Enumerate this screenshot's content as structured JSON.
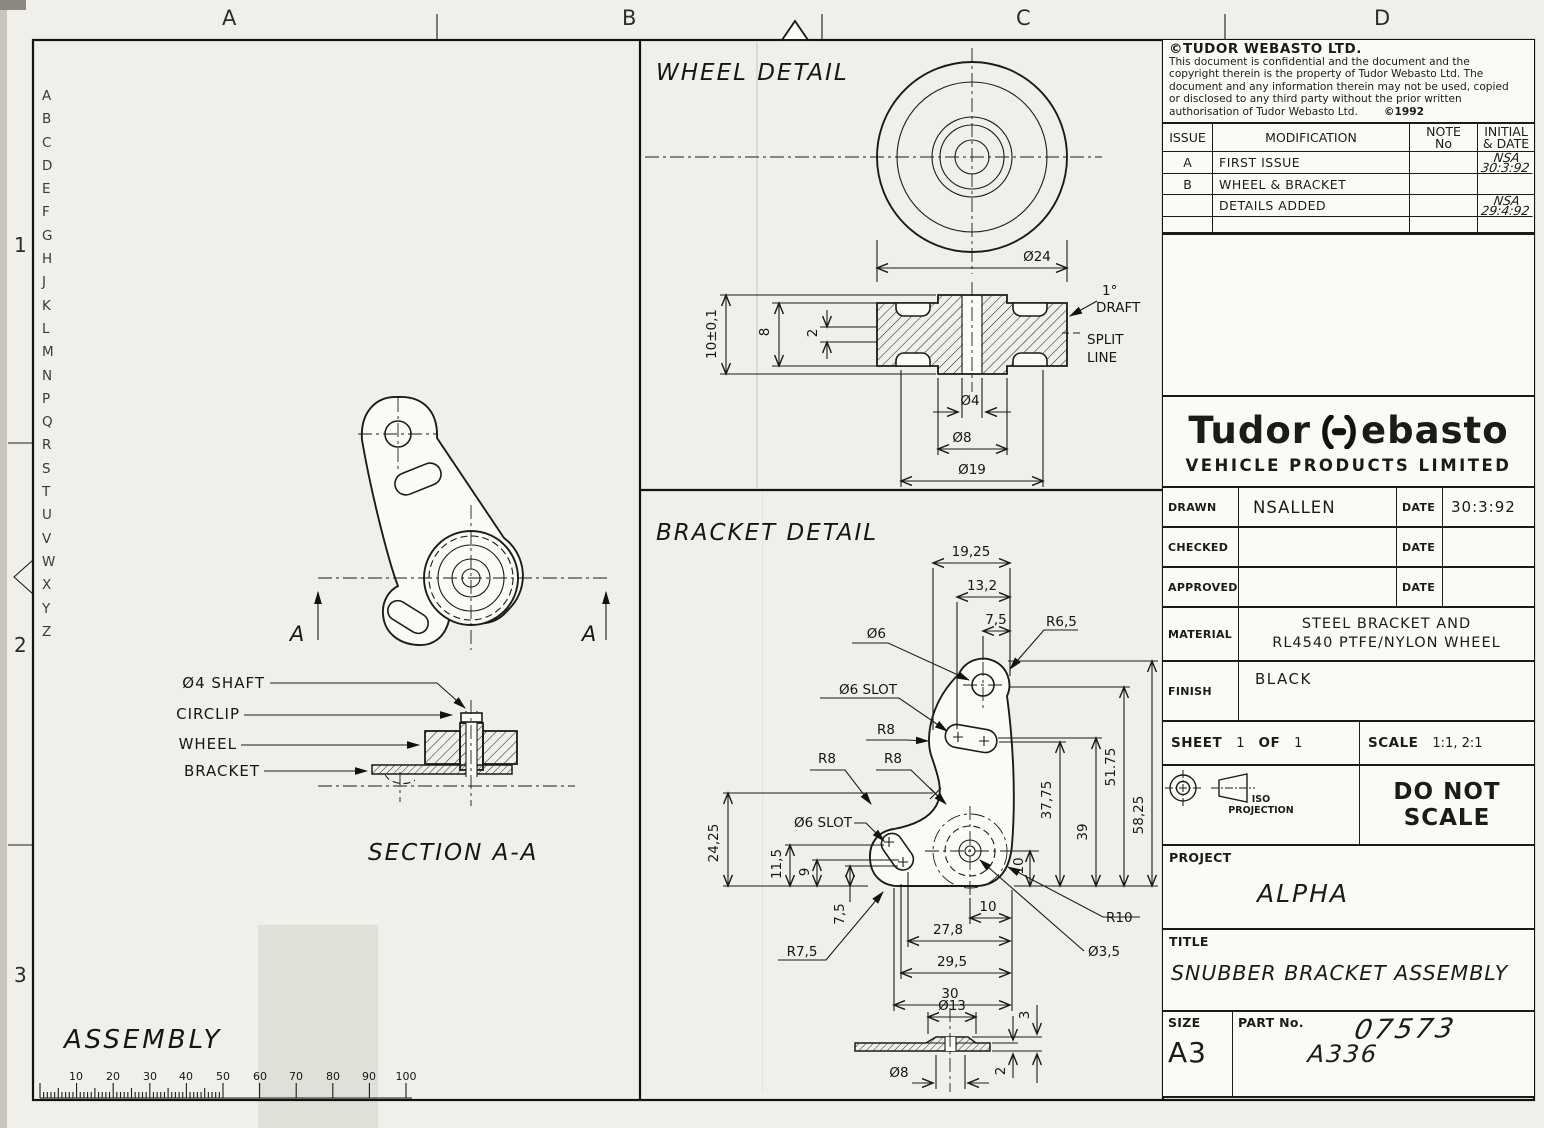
{
  "frame": {
    "top_labels": [
      "A",
      "B",
      "C",
      "D"
    ],
    "side_numbers": [
      "1",
      "2",
      "3"
    ],
    "grid_letters": [
      "A",
      "B",
      "C",
      "D",
      "E",
      "F",
      "G",
      "H",
      "J",
      "K",
      "L",
      "M",
      "N",
      "P",
      "Q",
      "R",
      "S",
      "T",
      "U",
      "V",
      "W",
      "X",
      "Y",
      "Z"
    ]
  },
  "copyright": {
    "heading": "©TUDOR WEBASTO LTD.",
    "line1": "This document is confidential and the document and the",
    "line2": "copyright therein is the property of Tudor Webasto Ltd. The",
    "line3": "document and any information therein may not be used, copied",
    "line4": "or disclosed to any third party without the prior written",
    "line5": "authorisation of Tudor Webasto Ltd.",
    "year": "©1992"
  },
  "issue": {
    "h_issue": "ISSUE",
    "h_mod": "MODIFICATION",
    "h_note1": "NOTE",
    "h_note2": "No",
    "h_init1": "INITIAL",
    "h_init2": "& DATE",
    "r1_issue": "A",
    "r1_mod": "FIRST ISSUE",
    "r1_init": "NSA",
    "r1_date": "30:3:92",
    "r2_issue": "B",
    "r2_mod": "WHEEL & BRACKET",
    "r3_mod": "DETAILS ADDED",
    "r3_init": "NSA",
    "r3_date": "29:4:92"
  },
  "company": {
    "name_pre": "Tudor",
    "name_post": "ebasto",
    "subtitle": "VEHICLE PRODUCTS LIMITED"
  },
  "approvals": {
    "drawn_label": "DRAWN",
    "drawn_value": "NSALLEN",
    "date_label": "DATE",
    "drawn_date": "30:3:92",
    "checked_label": "CHECKED",
    "approved_label": "APPROVED"
  },
  "material": {
    "label": "MATERIAL",
    "line1": "STEEL BRACKET AND",
    "line2": "RL4540 PTFE/NYLON WHEEL"
  },
  "finish": {
    "label": "FINISH",
    "value": "BLACK"
  },
  "sheet": {
    "label": "SHEET",
    "number": "1",
    "of_label": "OF",
    "total": "1"
  },
  "scale": {
    "label": "SCALE",
    "value": "1:1, 2:1"
  },
  "projection": {
    "line1": "ISO",
    "line2": "PROJECTION"
  },
  "do_not_scale": {
    "line1": "DO NOT",
    "line2": "SCALE"
  },
  "project": {
    "label": "PROJECT",
    "value": "ALPHA"
  },
  "titlebox": {
    "label": "TITLE",
    "value": "SNUBBER BRACKET ASSEMBLY"
  },
  "size": {
    "label": "SIZE",
    "value": "A3"
  },
  "part": {
    "label": "PART No.",
    "value": "A336",
    "stamp": "07573"
  },
  "wheel": {
    "title": "WHEEL DETAIL",
    "d24": "Ø24",
    "draft1": "1°",
    "draft2": "DRAFT",
    "split1": "SPLIT",
    "split2": "LINE",
    "w10": "10±0,1",
    "w8": "8",
    "w2": "2",
    "d4": "Ø4",
    "d8": "Ø8",
    "d19": "Ø19"
  },
  "bracket": {
    "title": "BRACKET DETAIL",
    "t1": "19,25",
    "t2": "13,2",
    "t3": "7,5",
    "r65": "R6,5",
    "d6": "Ø6",
    "slot_top": "Ø6 SLOT",
    "r8a": "R8",
    "r8b": "R8",
    "r8c": "R8",
    "slot_bot": "Ø6 SLOT",
    "v2425": "24,25",
    "v115": "11,5",
    "v9": "9",
    "v75": "7,5",
    "r75": "R7,5",
    "h278": "27,8",
    "h295": "29,5",
    "h30": "30",
    "h10": "10",
    "v10": "10",
    "v3775": "37,75",
    "v39": "39",
    "v5175": "51.75",
    "v5825": "58,25",
    "r10": "R10",
    "d35": "Ø3,5",
    "d13": "Ø13",
    "d8": "Ø8",
    "v3": "3",
    "v2": "2"
  },
  "assembly": {
    "title": "ASSEMBLY",
    "section": "SECTION A-A",
    "a_left": "A",
    "a_right": "A",
    "c1": "Ø4 SHAFT",
    "c2": "CIRCLIP",
    "c3": "WHEEL",
    "c4": "BRACKET"
  },
  "ruler": {
    "labels": [
      "10",
      "20",
      "30",
      "40",
      "50",
      "60",
      "70",
      "80",
      "90",
      "100"
    ]
  }
}
